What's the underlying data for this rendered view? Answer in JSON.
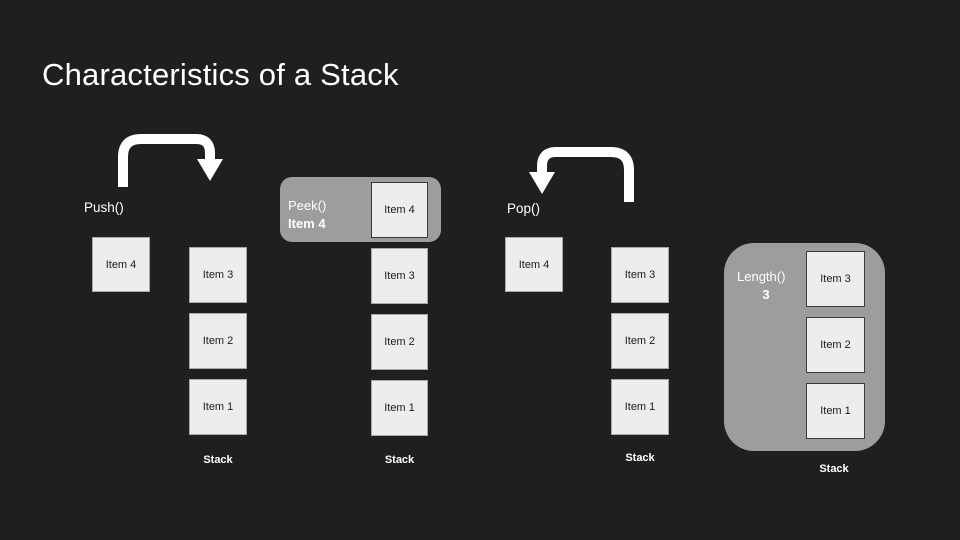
{
  "slide": {
    "title": "Characteristics of a Stack"
  },
  "colors": {
    "background": "#1f1f1f",
    "box_fill": "#ededed",
    "panel_gray": "#9d9d9d",
    "arrow": "#ffffff",
    "text_light": "#ffffff",
    "text_dark": "#1c1c1c"
  },
  "groups": [
    {
      "id": "push",
      "label": "Push()",
      "floating_item": "Item 4",
      "stack_items": [
        "Item 3",
        "Item 2",
        "Item 1"
      ],
      "stack_label": "Stack"
    },
    {
      "id": "peek",
      "label": "Peek()",
      "result": "Item 4",
      "stack_items": [
        "Item 4",
        "Item 3",
        "Item 2",
        "Item 1"
      ],
      "stack_label": "Stack"
    },
    {
      "id": "pop",
      "label": "Pop()",
      "floating_item": "Item 4",
      "stack_items": [
        "Item 3",
        "Item 2",
        "Item 1"
      ],
      "stack_label": "Stack"
    },
    {
      "id": "length",
      "label": "Length()",
      "result": "3",
      "stack_items": [
        "Item 3",
        "Item 2",
        "Item 1"
      ],
      "stack_label": "Stack"
    }
  ]
}
